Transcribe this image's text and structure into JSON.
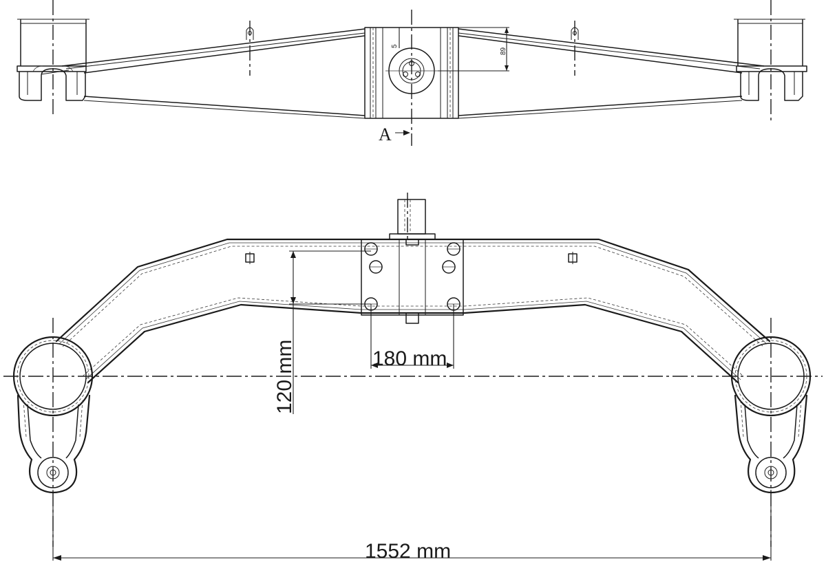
{
  "top_view": {
    "section_marker": "A",
    "dim_small_5": "5",
    "dim_small_89": "89"
  },
  "front_view": {
    "dim_width_hole_spacing": "180 mm",
    "dim_height_hole_spacing": "120 mm",
    "dim_overall_span": "1552 mm"
  },
  "colors": {
    "line": "#1a1a1a",
    "background": "#ffffff"
  }
}
